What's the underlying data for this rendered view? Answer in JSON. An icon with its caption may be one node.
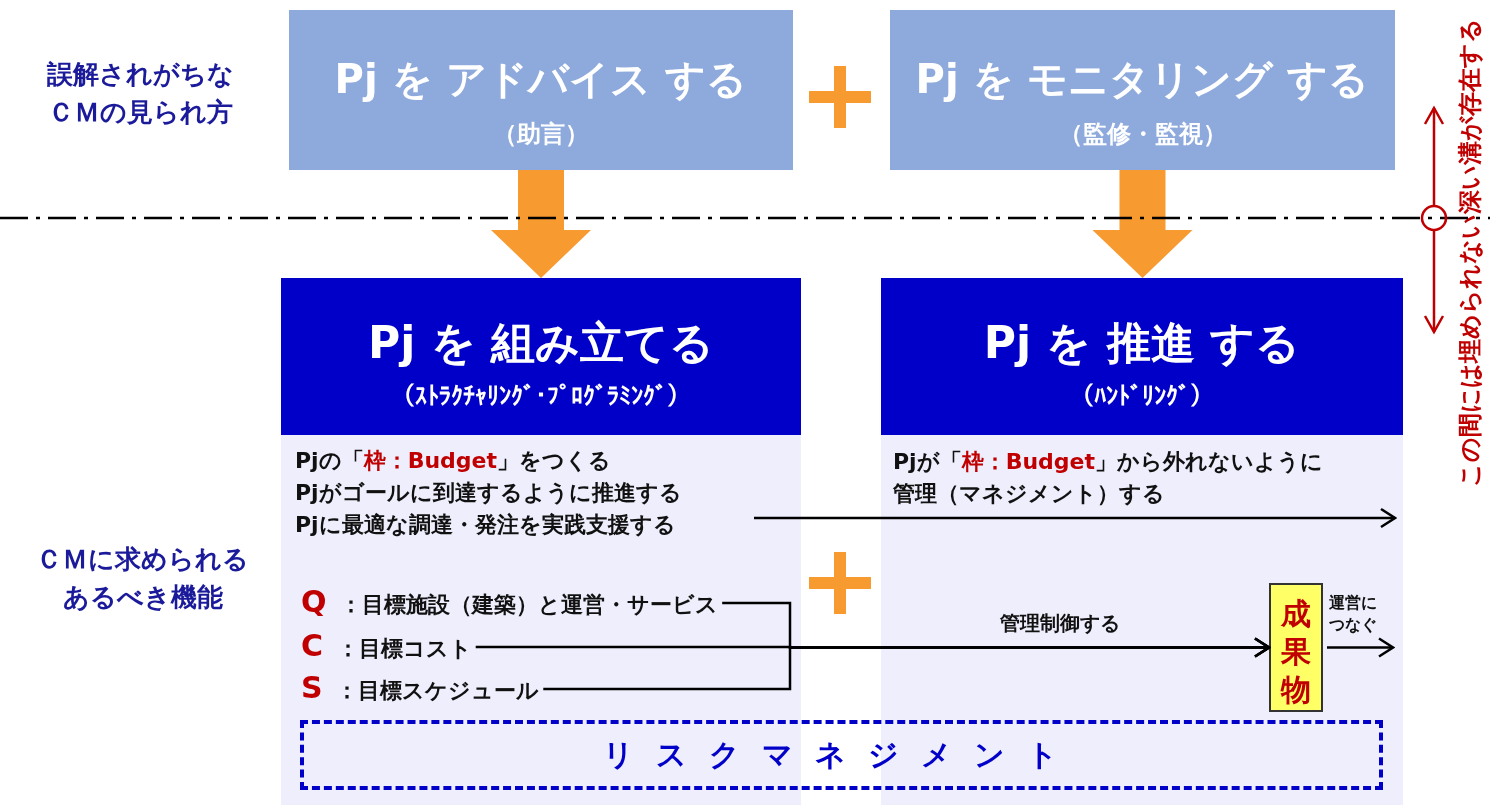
{
  "diagram": {
    "nodes": [
      {
        "text": [
          "Pj を アドバイス する",
          "（助言）"
        ]
      },
      {
        "text": [
          "Pj を モニタリング する",
          "（監修・監視）"
        ]
      },
      {
        "text": [
          "Pj を 組み立てる",
          "（ｽﾄﾗｸﾁｬﾘﾝｸﾞ･ﾌﾟﾛｸﾞﾗﾐﾝｸﾞ）"
        ]
      },
      {
        "text": [
          "Pj を 推進 する",
          "（ﾊﾝﾄﾞﾘﾝｸﾞ）"
        ]
      },
      {
        "text": [
          "Pjの「**枠：Budget**」をつくる",
          "Pjがゴールに到達するように推進する",
          "Pjに最適な調達・発注を実践支援する"
        ],
        "in": 2
      },
      {
        "text": [
          "**Q** ：目標施設（建築）と運営・サービス"
        ],
        "in": 2
      },
      {
        "text": [
          "**C** ：目標コスト"
        ],
        "in": 2
      },
      {
        "text": [
          "**S** ：目標スケジュール"
        ],
        "in": 2
      },
      {
        "text": [
          "Pjが「**枠：Budget**」から外れないように管理（マネジメント）する"
        ],
        "in": 3
      },
      {
        "text": [
          "成果物"
        ],
        "in": 3
      },
      {
        "text": [
          "リスクマネジメント"
        ]
      }
    ],
    "edges": [
      {
        "from": 0,
        "to": 2,
        "arrow": "to",
        "style": "thick",
        "color": "#f79a2f"
      },
      {
        "from": 1,
        "to": 3,
        "arrow": "to",
        "style": "thick",
        "color": "#f79a2f"
      },
      {
        "from": 4,
        "to": 3,
        "arrow": "to"
      },
      {
        "from": 5,
        "to": 9,
        "arrow": "to"
      },
      {
        "from": 6,
        "to": 9,
        "arrow": "to",
        "label": "管理制御する"
      },
      {
        "from": 7,
        "to": 9,
        "arrow": "to"
      },
      {
        "from": 9,
        "to": null,
        "arrow": "to",
        "label": "運営につなぐ"
      }
    ],
    "labels": [
      "誤解されがちなＣＭの見られ方",
      "ＣＭに求められるあるべき機能",
      "この間には埋められない深い溝が存在する"
    ]
  }
}
